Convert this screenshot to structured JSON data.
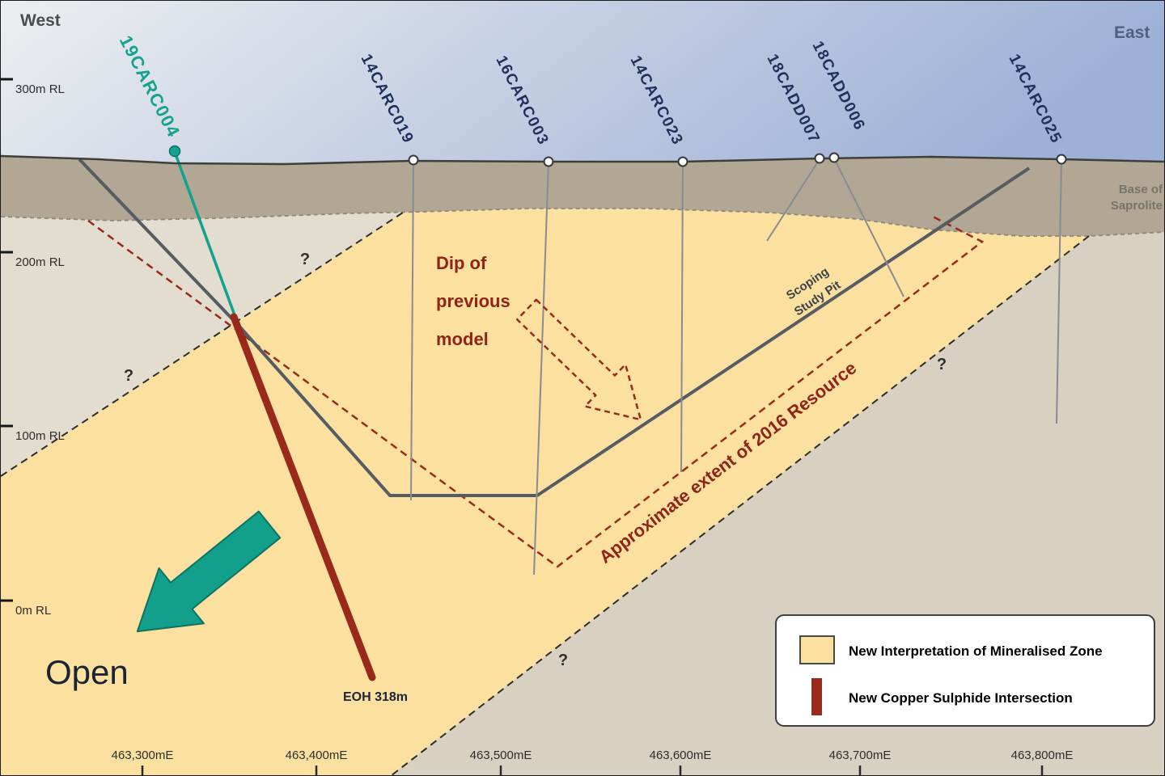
{
  "section": {
    "west_label": "West",
    "east_label": "East"
  },
  "rl_scale": {
    "labels": [
      "300m RL",
      "200m RL",
      "100m RL",
      "0m RL"
    ]
  },
  "eastings": {
    "labels": [
      "463,300mE",
      "463,400mE",
      "463,500mE",
      "463,600mE",
      "463,700mE",
      "463,800mE"
    ]
  },
  "drillholes": [
    {
      "name": "19CARC004",
      "type": "new-drillhole",
      "trace_color": "#12a28d"
    },
    {
      "name": "14CARC019",
      "type": "existing-drillhole"
    },
    {
      "name": "16CARC003",
      "type": "existing-drillhole"
    },
    {
      "name": "14CARC023",
      "type": "existing-drillhole"
    },
    {
      "name": "18CADD007",
      "type": "existing-drillhole"
    },
    {
      "name": "18CADD006",
      "type": "existing-drillhole"
    },
    {
      "name": "14CARC025",
      "type": "existing-drillhole"
    }
  ],
  "annotations": {
    "base_of_saprolite": {
      "line1": "Base of",
      "line2": "Saprolite"
    },
    "dip_of_previous_model": {
      "line1": "Dip of",
      "line2": "previous",
      "line3": "model"
    },
    "scoping_study_pit": {
      "line1": "Scoping",
      "line2": "Study Pit"
    },
    "resource_extent": "Approximate extent of 2016 Resource",
    "open": "Open",
    "eoh": "EOH 318m",
    "question_mark": "?"
  },
  "legend": {
    "items": [
      {
        "label": "New Interpretation of Mineralised Zone",
        "swatch": "mineralised-zone-yellow"
      },
      {
        "label": "New Copper Sulphide Intersection",
        "swatch": "copper-sulphide-red-bar"
      }
    ]
  },
  "colors": {
    "mineralised_zone": "#fce09f",
    "copper_intersection": "#992a1b",
    "new_drillhole": "#12a28d",
    "resource_outline": "#992a1b",
    "pit_line": "#565c64",
    "saprolite_band": "#b1a794"
  }
}
